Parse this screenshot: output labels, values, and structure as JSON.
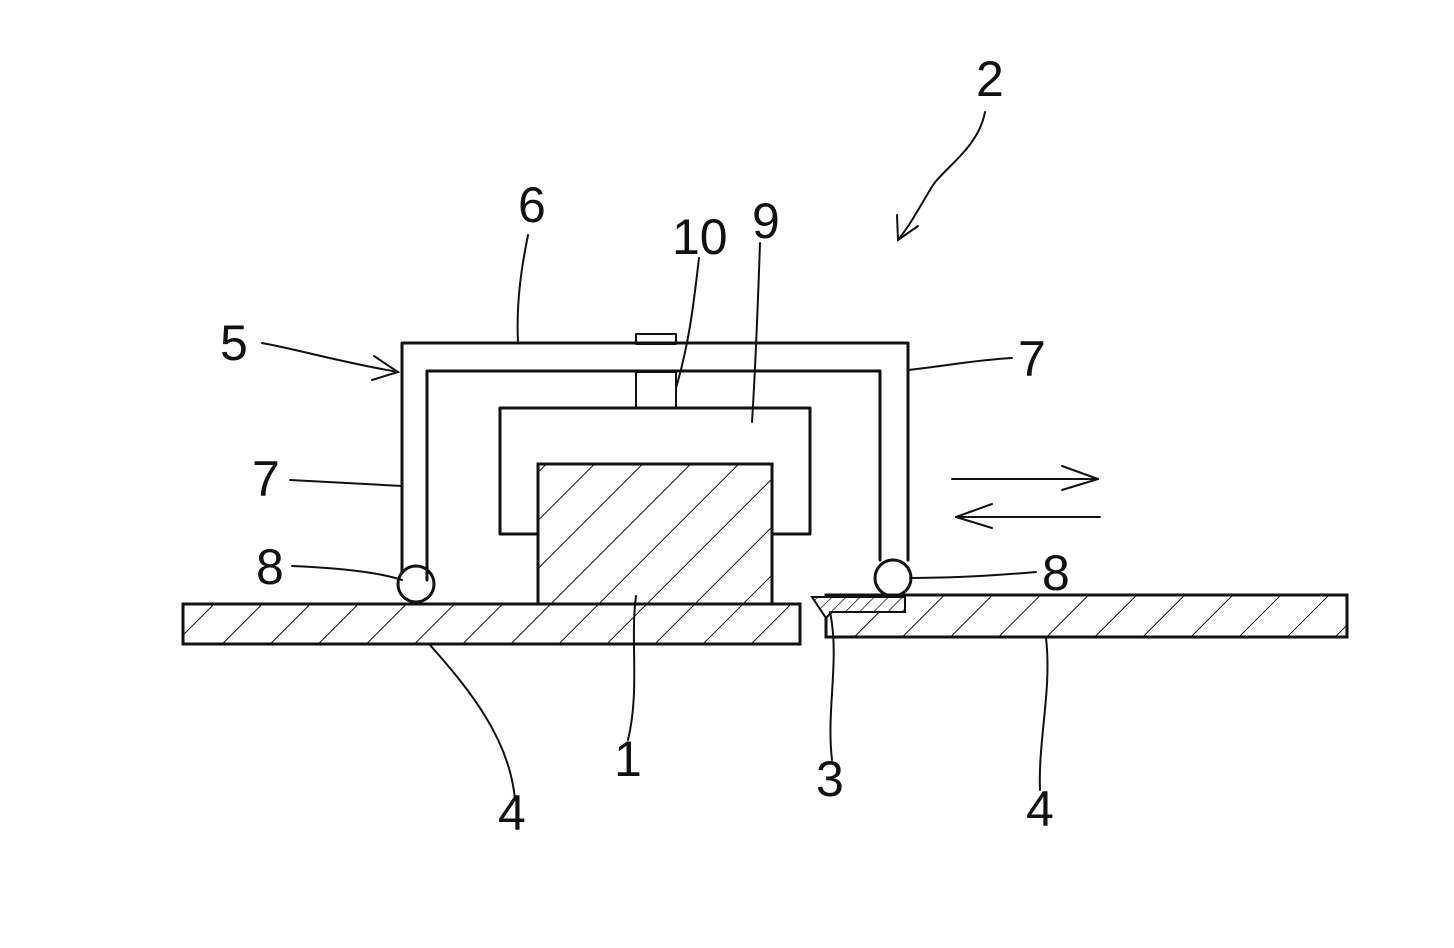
{
  "diagram": {
    "labels": {
      "ref_1": "1",
      "ref_2": "2",
      "ref_3": "3",
      "ref_4_left": "4",
      "ref_4_right": "4",
      "ref_5": "5",
      "ref_6": "6",
      "ref_7_left": "7",
      "ref_7_right": "7",
      "ref_8_left": "8",
      "ref_8_right": "8",
      "ref_9": "9",
      "ref_10": "10"
    },
    "colors": {
      "ink": "#111111",
      "background": "#ffffff"
    }
  }
}
